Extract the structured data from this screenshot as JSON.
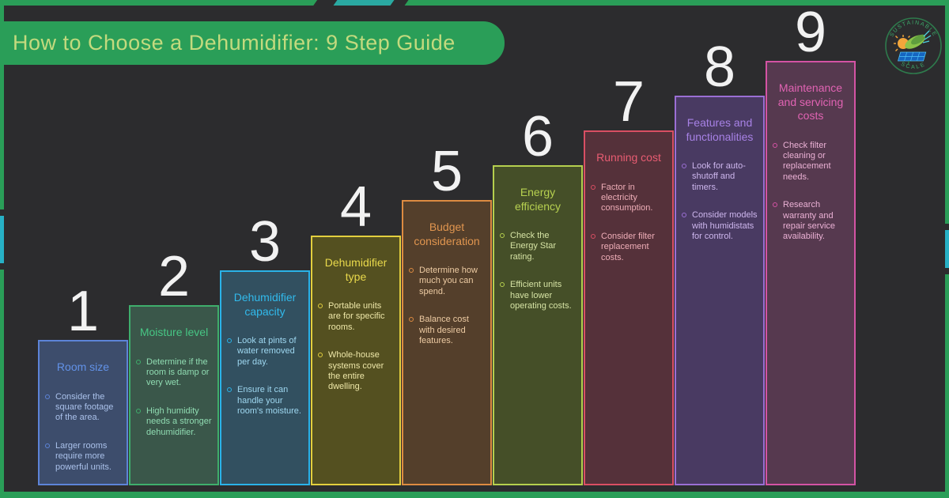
{
  "banner": {
    "title": "How to Choose a Dehumidifier: 9 Step Guide"
  },
  "logo": {
    "arc_top": "SUSTAINABLE",
    "arc_bottom": "SCALE"
  },
  "colors": {
    "background": "#2c2c2e",
    "frame_green": "#2a9e58",
    "banner_text": "#c3da7e",
    "teal_top_accent": "#2aa9a2",
    "cyan_edge_accent": "#27b1c6",
    "number_color": "#f2f2f2"
  },
  "steps": [
    {
      "number": "1",
      "title": "Room size",
      "bullets": [
        "Consider the square footage of the area.",
        "Larger rooms require more powerful units."
      ],
      "accent": "#5d84d8",
      "fill": "#3d4d6c",
      "title_color": "#6292e8",
      "body_color": "#aac1ea"
    },
    {
      "number": "2",
      "title": "Moisture level",
      "bullets": [
        "Determine if the room is damp or very wet.",
        "High humidity needs a stronger dehumidifier."
      ],
      "accent": "#3fae6c",
      "fill": "#3a574a",
      "title_color": "#47c684",
      "body_color": "#90dcb2"
    },
    {
      "number": "3",
      "title": "Dehumidifier capacity",
      "bullets": [
        "Look at pints of water removed per day.",
        "Ensure it can handle your room's moisture."
      ],
      "accent": "#2ab3e8",
      "fill": "#325060",
      "title_color": "#31baec",
      "body_color": "#9ed7f0"
    },
    {
      "number": "4",
      "title": "Dehumidifier type",
      "bullets": [
        "Portable units are for specific rooms.",
        "Whole-house systems cover the entire dwelling."
      ],
      "accent": "#e3cf3e",
      "fill": "#545020",
      "title_color": "#e9d94b",
      "body_color": "#eee7a8"
    },
    {
      "number": "5",
      "title": "Budget consideration",
      "bullets": [
        "Determine how much you can spend.",
        "Balance cost with desired features."
      ],
      "accent": "#dd8b41",
      "fill": "#543f2b",
      "title_color": "#e0954f",
      "body_color": "#edcba3"
    },
    {
      "number": "6",
      "title": "Energy efficiency",
      "bullets": [
        "Check the Energy Star rating.",
        "Efficient units have lower operating costs."
      ],
      "accent": "#b5cf4e",
      "fill": "#454f28",
      "title_color": "#b7d150",
      "body_color": "#d6e3a4"
    },
    {
      "number": "7",
      "title": "Running cost",
      "bullets": [
        "Factor in electricity consumption.",
        "Consider filter replacement costs."
      ],
      "accent": "#d94f63",
      "fill": "#55313a",
      "title_color": "#e85c72",
      "body_color": "#eeadb7"
    },
    {
      "number": "8",
      "title": "Features and functionalities",
      "bullets": [
        "Look for auto-shutoff and timers.",
        "Consider models with humidistats for control."
      ],
      "accent": "#9b6fd4",
      "fill": "#493a62",
      "title_color": "#a781e5",
      "body_color": "#cdb6ed"
    },
    {
      "number": "9",
      "title": "Maintenance and servicing costs",
      "bullets": [
        "Check filter cleaning or replacement needs.",
        "Research warranty and repair service availability."
      ],
      "accent": "#d453a4",
      "fill": "#56394f",
      "title_color": "#e163b3",
      "body_color": "#ebb1d5"
    }
  ]
}
